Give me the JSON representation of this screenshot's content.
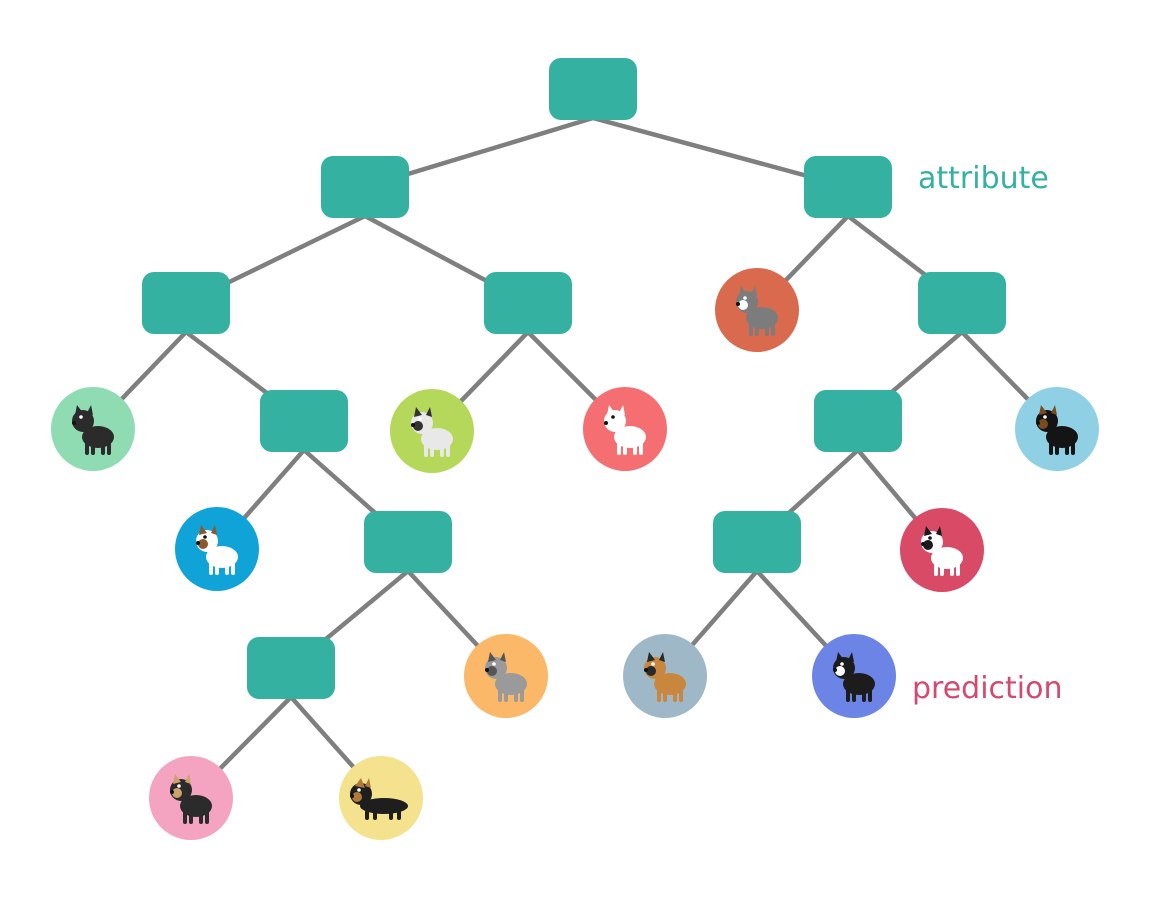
{
  "labels": {
    "attribute": "attribute",
    "prediction": "prediction"
  },
  "colors": {
    "attribute_node": "#34b1a1",
    "edge": "#7f7f7f",
    "attribute_label": "#34b1a1",
    "prediction_label": "#d14b6f"
  },
  "attribute_nodes": [
    "a0",
    "a1",
    "a2",
    "a3",
    "a4",
    "a5",
    "a6",
    "a7",
    "a8",
    "a9",
    "a10"
  ],
  "predictions": [
    {
      "id": "p-pug",
      "icon": "black-pug-icon",
      "bg": "#8fdcb3"
    },
    {
      "id": "p-papillon",
      "icon": "papillon-icon",
      "bg": "#0fa3d8"
    },
    {
      "id": "p-yorkie",
      "icon": "yorkshire-terrier-icon",
      "bg": "#f4a3c0"
    },
    {
      "id": "p-dachshund",
      "icon": "dachshund-icon",
      "bg": "#f4e28f"
    },
    {
      "id": "p-schnauzer",
      "icon": "schnauzer-icon",
      "bg": "#fbb868"
    },
    {
      "id": "p-pitbull",
      "icon": "pitbull-icon",
      "bg": "#b6d85a"
    },
    {
      "id": "p-poodle",
      "icon": "poodle-icon",
      "bg": "#f46e72"
    },
    {
      "id": "p-husky",
      "icon": "husky-icon",
      "bg": "#d96a4d"
    },
    {
      "id": "p-rottweiler",
      "icon": "rottweiler-icon",
      "bg": "#8fd0e4"
    },
    {
      "id": "p-bullterrier",
      "icon": "bull-terrier-icon",
      "bg": "#d94a66"
    },
    {
      "id": "p-shepherd",
      "icon": "german-shepherd-icon",
      "bg": "#9fb8c8"
    },
    {
      "id": "p-boston",
      "icon": "boston-terrier-icon",
      "bg": "#6c84e6"
    }
  ],
  "edges": [
    [
      "a0",
      "a1"
    ],
    [
      "a0",
      "a2"
    ],
    [
      "a1",
      "a3"
    ],
    [
      "a1",
      "a4"
    ],
    [
      "a2",
      "p-husky"
    ],
    [
      "a2",
      "a5"
    ],
    [
      "a3",
      "p-pug"
    ],
    [
      "a3",
      "a6"
    ],
    [
      "a4",
      "p-pitbull"
    ],
    [
      "a4",
      "p-poodle"
    ],
    [
      "a5",
      "a7"
    ],
    [
      "a5",
      "p-rottweiler"
    ],
    [
      "a6",
      "p-papillon"
    ],
    [
      "a6",
      "a8"
    ],
    [
      "a7",
      "a9"
    ],
    [
      "a7",
      "p-bullterrier"
    ],
    [
      "a8",
      "a10"
    ],
    [
      "a8",
      "p-schnauzer"
    ],
    [
      "a9",
      "p-shepherd"
    ],
    [
      "a9",
      "p-boston"
    ],
    [
      "a10",
      "p-yorkie"
    ],
    [
      "a10",
      "p-dachshund"
    ]
  ]
}
